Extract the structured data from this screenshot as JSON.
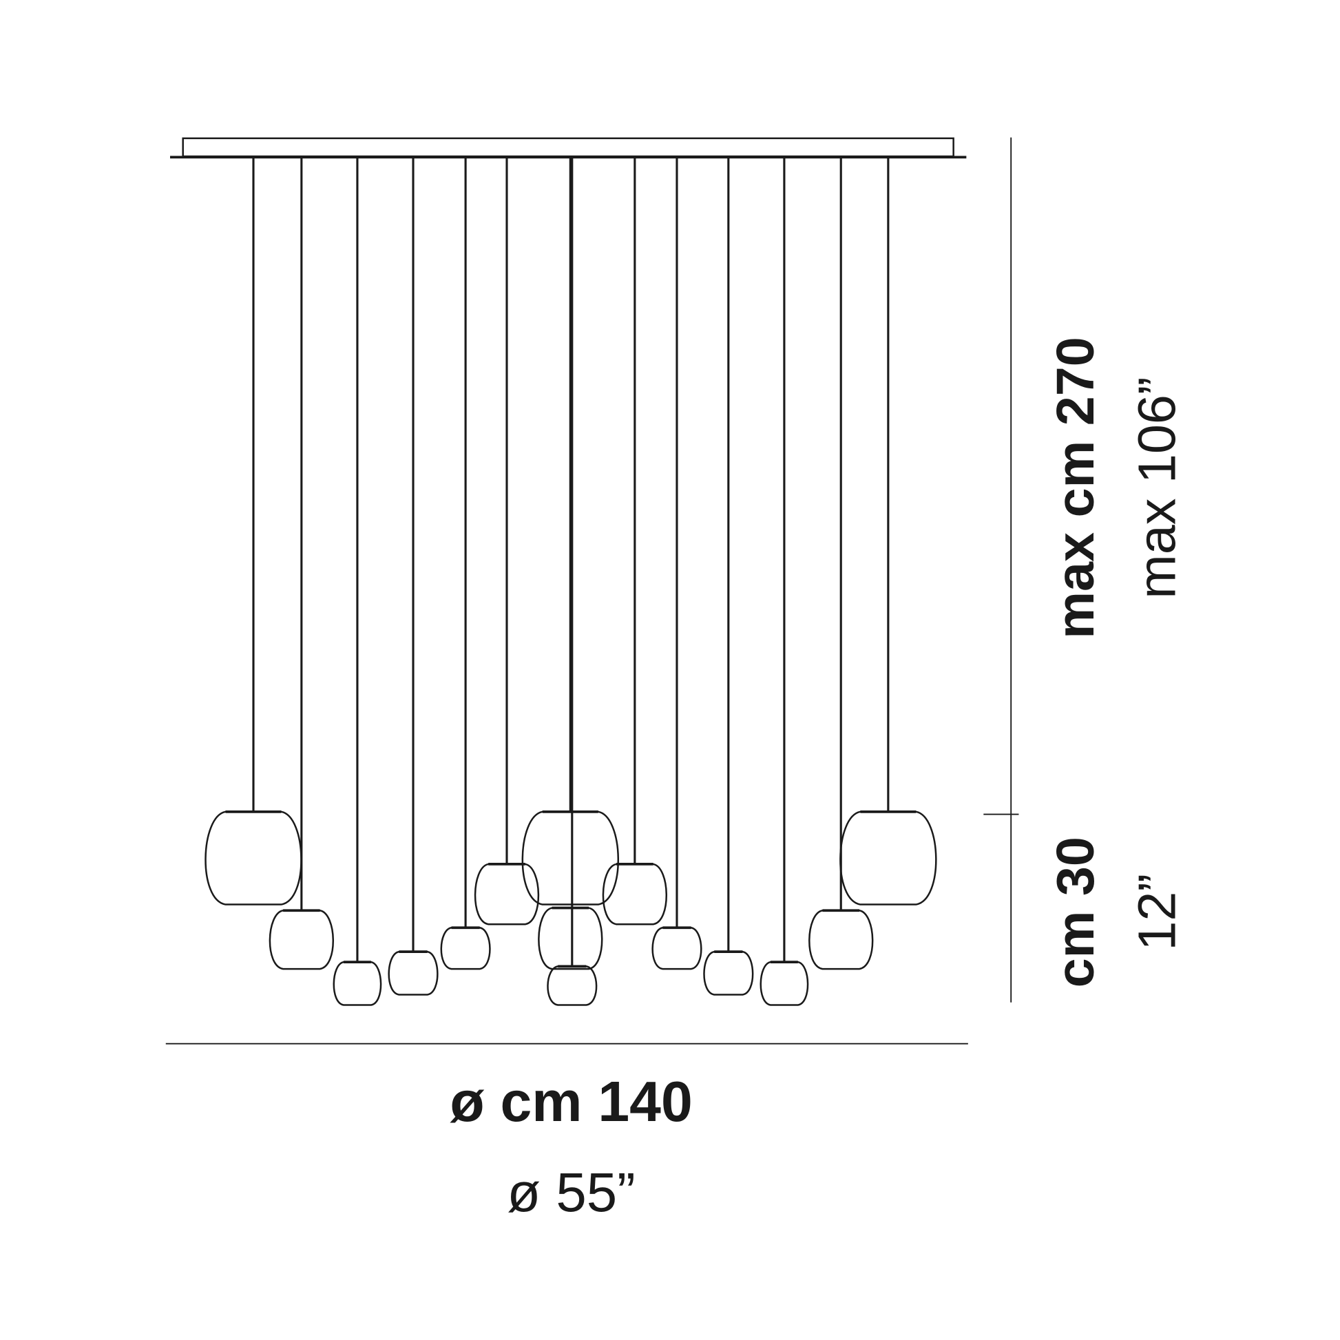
{
  "dimensions": {
    "height_cm": "max cm 270",
    "height_in": "max 106”",
    "globe_height_cm": "cm 30",
    "globe_height_in": "12”",
    "diameter_cm": "ø cm 140",
    "diameter_in": "ø 55”"
  },
  "colors": {
    "line": "#1a1a1a",
    "background": "#ffffff"
  }
}
